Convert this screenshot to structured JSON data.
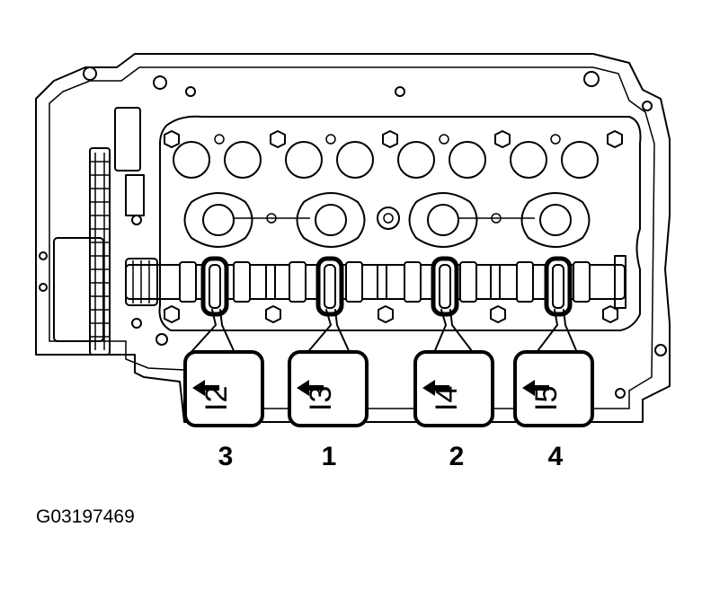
{
  "figure": {
    "code": "G03197469"
  },
  "bearing_caps": [
    {
      "cap_mark": "I2",
      "order": "3"
    },
    {
      "cap_mark": "I3",
      "order": "1"
    },
    {
      "cap_mark": "I4",
      "order": "2"
    },
    {
      "cap_mark": "I5",
      "order": "4"
    }
  ],
  "colors": {
    "line": "#000000",
    "background": "#ffffff"
  }
}
